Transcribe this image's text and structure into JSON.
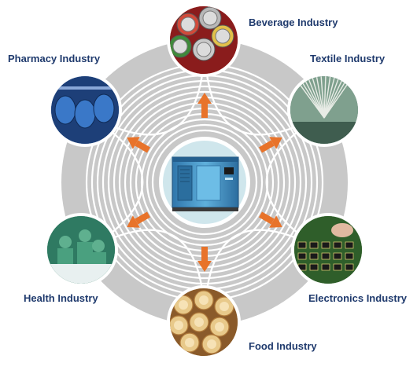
{
  "center": {
    "name": "compressor-unit"
  },
  "industries": [
    {
      "id": "beverage",
      "label": "Beverage Industry",
      "icon": "beverage-cans-photo",
      "color": "#c0392b"
    },
    {
      "id": "pharmacy",
      "label": "Pharmacy Industry",
      "icon": "pharmacy-plant-photo",
      "color": "#2a5fa8"
    },
    {
      "id": "textile",
      "label": "Textile Industry",
      "icon": "textile-mill-photo",
      "color": "#4f7a6a"
    },
    {
      "id": "health",
      "label": "Health Industry",
      "icon": "surgery-room-photo",
      "color": "#3c8c6e"
    },
    {
      "id": "electronics",
      "label": "Electronics Industry",
      "icon": "circuit-board-photo",
      "color": "#3f7a3a"
    },
    {
      "id": "food",
      "label": "Food Industry",
      "icon": "dim-sum-photo",
      "color": "#c8a060"
    }
  ],
  "colors": {
    "ring": "#c8c8c8",
    "arrow": "#e8732a",
    "label": "#1f3a6d",
    "center_bg": "#cfe6ec",
    "machine": "#3f8fc2"
  }
}
